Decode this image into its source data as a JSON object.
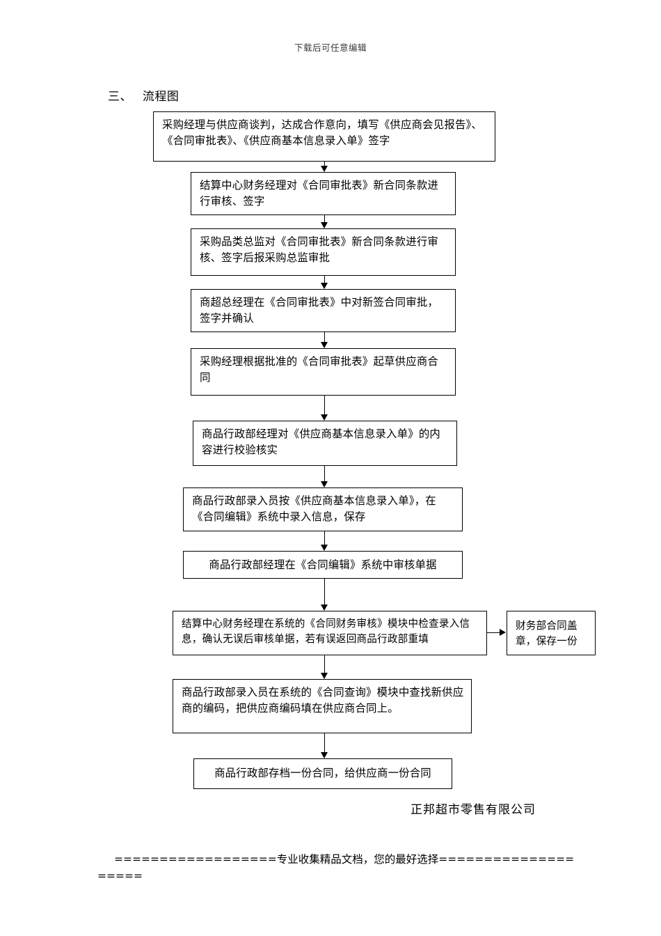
{
  "document": {
    "header_note": "下载后可任意编辑",
    "section_title": "三、　 流程图",
    "signature": "正邦超市零售有限公司",
    "footer_banner": "==================专业收集精品文档，您的最好选择===================="
  },
  "flowchart": {
    "type": "flowchart",
    "orientation": "top-to-bottom",
    "nodes": [
      {
        "id": "n1",
        "label": "采购经理与供应商谈判，达成合作意向，填写《供应商会见报告》、《合同审批表》、《供应商基本信息录入单》签字"
      },
      {
        "id": "n2",
        "label": "结算中心财务经理对《合同审批表》新合同条款进行审核、签字"
      },
      {
        "id": "n3",
        "label": "采购品类总监对《合同审批表》新合同条款进行审核、签字后报采购总监审批"
      },
      {
        "id": "n4",
        "label": "商超总经理在《合同审批表》中对新签合同审批，签字并确认"
      },
      {
        "id": "n5",
        "label": "采购经理根据批准的《合同审批表》起草供应商合同"
      },
      {
        "id": "n6",
        "label": "商品行政部经理对《供应商基本信息录入单》的内容进行校验核实"
      },
      {
        "id": "n7",
        "label": "商品行政部录入员按《供应商基本信息录入单》，在《合同编辑》系统中录入信息，保存"
      },
      {
        "id": "n8",
        "label": "商品行政部经理在《合同编辑》系统中审核单据"
      },
      {
        "id": "n9",
        "label": "结算中心财务经理在系统的《合同财务审核》模块中检查录入信息，确认无误后审核单据，若有误返回商品行政部重填"
      },
      {
        "id": "n9b",
        "label": "财务部合同盖章，保存一份"
      },
      {
        "id": "n10",
        "label": "商品行政部录入员在系统的《合同查询》模块中查找新供应商的编码，把供应商编码填在供应商合同上。"
      },
      {
        "id": "n11",
        "label": "商品行政部存档一份合同，给供应商一份合同"
      }
    ],
    "edges": [
      {
        "from": "n1",
        "to": "n2",
        "direction": "down"
      },
      {
        "from": "n2",
        "to": "n3",
        "direction": "down"
      },
      {
        "from": "n3",
        "to": "n4",
        "direction": "down"
      },
      {
        "from": "n4",
        "to": "n5",
        "direction": "down"
      },
      {
        "from": "n5",
        "to": "n6",
        "direction": "down"
      },
      {
        "from": "n6",
        "to": "n7",
        "direction": "down"
      },
      {
        "from": "n7",
        "to": "n8",
        "direction": "down"
      },
      {
        "from": "n8",
        "to": "n9",
        "direction": "down"
      },
      {
        "from": "n9",
        "to": "n9b",
        "direction": "right"
      },
      {
        "from": "n9",
        "to": "n10",
        "direction": "down"
      },
      {
        "from": "n10",
        "to": "n11",
        "direction": "down"
      }
    ],
    "style": {
      "border_color": "#000000",
      "background_color": "#ffffff",
      "text_color": "#000000"
    }
  }
}
